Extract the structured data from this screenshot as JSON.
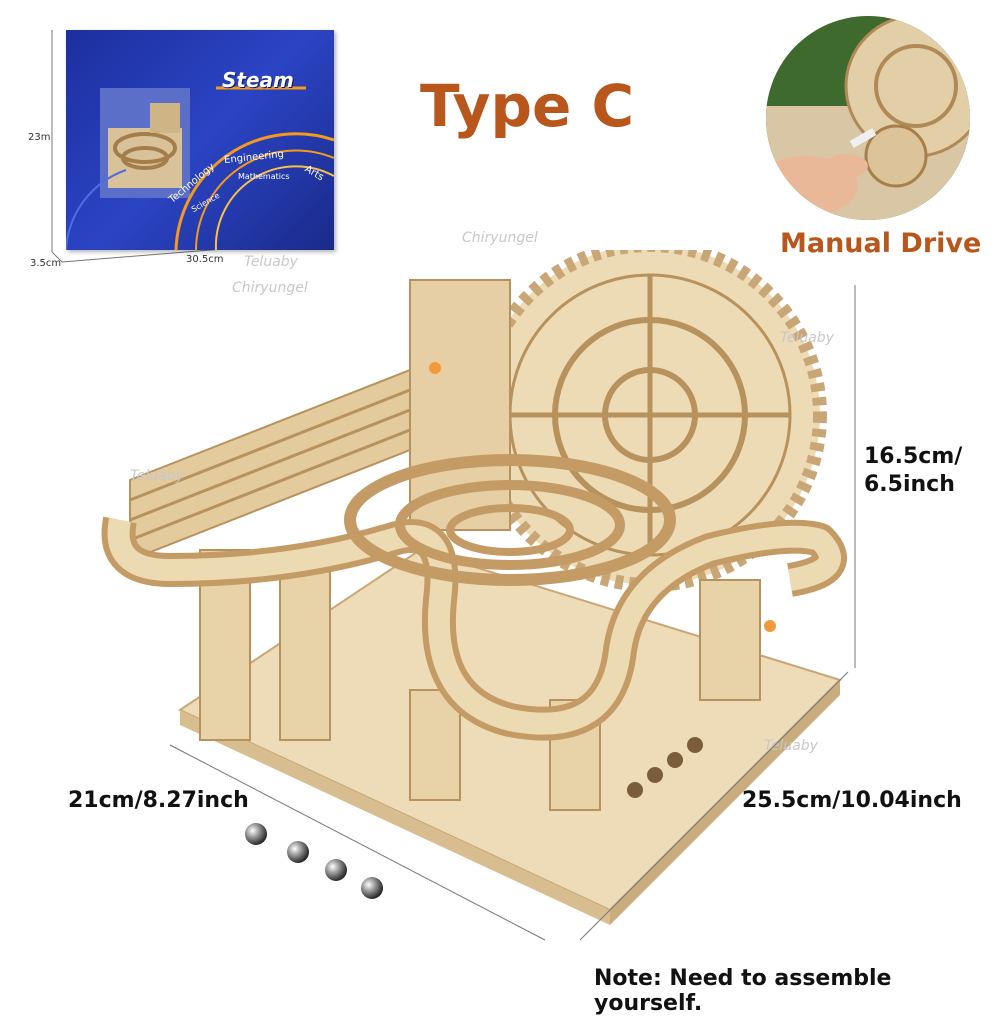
{
  "title": "Type C",
  "feature": "Manual Drive",
  "box": {
    "brand": "Steam",
    "words": [
      "Technology",
      "Engineering",
      "Arts",
      "Science",
      "Mathematics"
    ],
    "height_label": "23m",
    "depth_label": "3.5cm",
    "width_label": "30.5cm"
  },
  "dimensions": {
    "height_line1": "16.5cm/",
    "height_line2": "6.5inch",
    "left": "21cm/8.27inch",
    "right": "25.5cm/10.04inch"
  },
  "note": "Note: Need to assemble yourself.",
  "watermarks": [
    "Chiryungel",
    "Teluaby",
    "Chiryungel",
    "Teluaby",
    "Teluaby",
    "Teluaby"
  ],
  "colors": {
    "accent": "#b8561c",
    "wood": "#e8d3ac",
    "box_blue": "#2233aa"
  }
}
